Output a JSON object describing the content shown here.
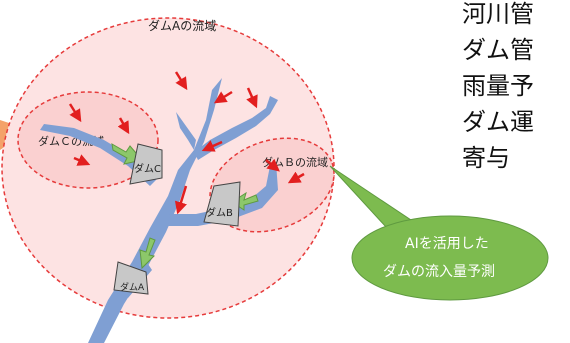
{
  "labels": {
    "basin_a": "ダムAの流域",
    "basin_b": "ダムＢの流域",
    "basin_c": "ダムＣの流域",
    "dam_a": "ダムA",
    "dam_b": "ダムB",
    "dam_c": "ダムC"
  },
  "callout": {
    "line1": "AIを活用した",
    "line2": "ダムの流入量予測"
  },
  "side_text": [
    "河川管",
    "ダム管",
    "雨量予",
    "ダム運",
    "寄与"
  ],
  "colors": {
    "basin_fill": "#fde3e3",
    "basin_border": "#e63b3b",
    "river": "#7f9fd3",
    "rain_arrow": "#e21f1f",
    "inflow_arrow": "#8cc76a",
    "dam_fill": "#c8c8c8",
    "callout_fill": "#7dbb4f",
    "left_callout": "#f4a26a"
  }
}
